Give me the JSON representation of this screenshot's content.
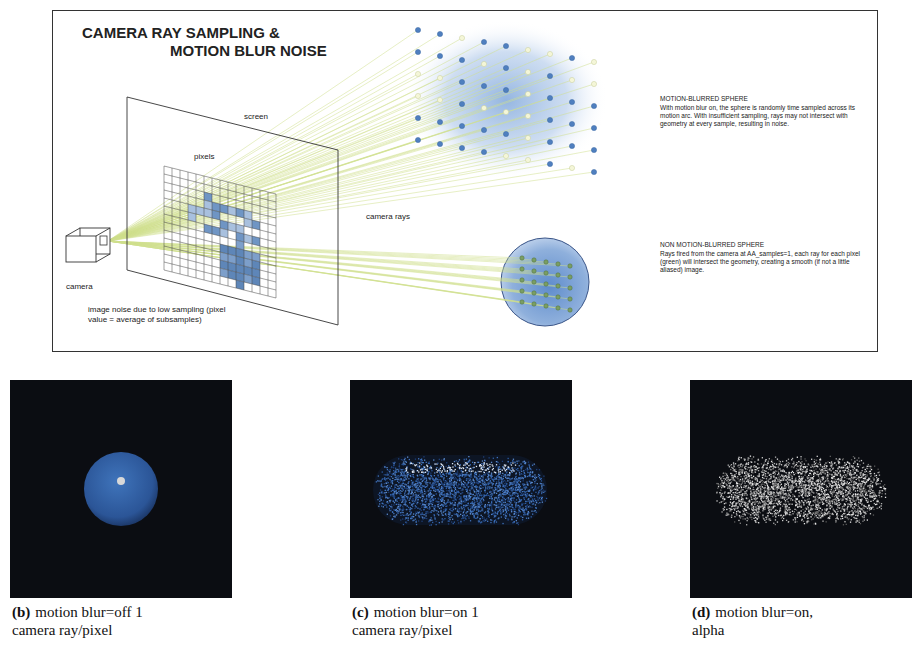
{
  "diagram": {
    "title": "CAMERA RAY SAMPLING & MOTION BLUR NOISE",
    "nodes": [
      {
        "text": [
          "camera"
        ]
      },
      {
        "text": [
          "screen"
        ]
      },
      {
        "text": [
          "pixels"
        ],
        "in": 1
      }
    ],
    "labels": [
      "camera rays",
      "image noise due to low sampling (pixel value = average of subsamples)",
      "MOTION-BLURRED SPHERE",
      "With motion blur on, the sphere is randomly time sampled across its motion arc. With insufficient sampling, rays may not intersect with geometry at every sample, resulting in noise.",
      "NON MOTION-BLURRED SPHERE",
      "Rays fired from the camera at AA_samples=1, each ray for each pixel (green) will intersect the geometry, creating a smooth (if not a little aliased) image.",
      "(b)",
      "motion blur=off 1 camera ray/pixel",
      "(c)",
      "motion blur=on 1 camera ray/pixel",
      "(d)",
      "motion blur=on, alpha"
    ]
  }
}
